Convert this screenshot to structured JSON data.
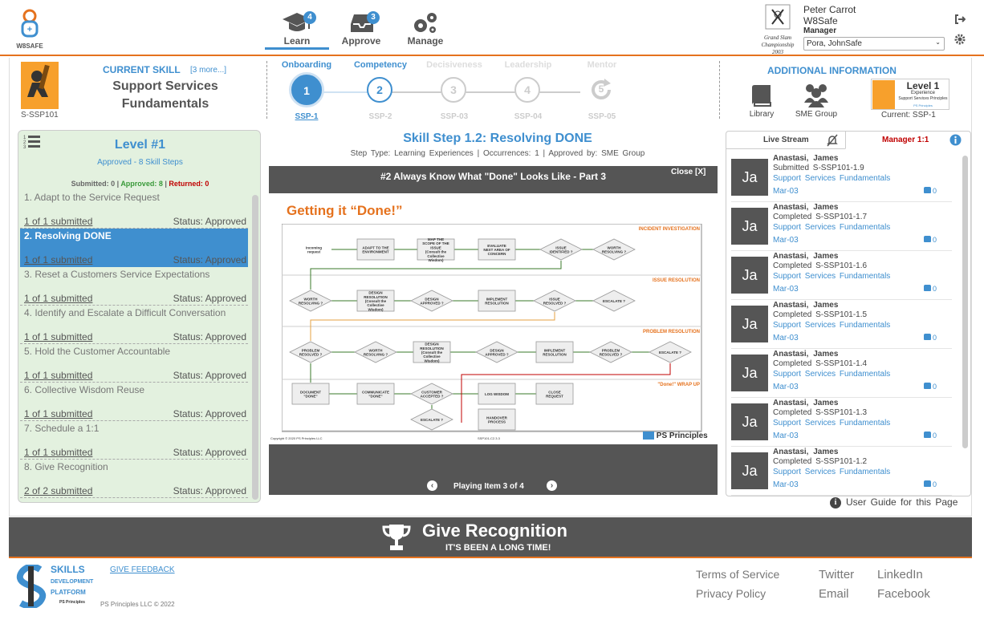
{
  "brand": {
    "logo_text": "W8SAFE"
  },
  "nav": [
    {
      "label": "Learn",
      "badge": "4"
    },
    {
      "label": "Approve",
      "badge": "3"
    },
    {
      "label": "Manage"
    }
  ],
  "user": {
    "name": "Peter Carrot",
    "org": "W8Safe",
    "role": "Manager",
    "selected_user": "Pora, JohnSafe",
    "seal_text": "Grand Slam Championship 2003"
  },
  "skill": {
    "heading": "CURRENT SKILL",
    "more": "[3 more...]",
    "name_line1": "Support Services",
    "name_line2": "Fundamentals",
    "code": "S-SSP101"
  },
  "steps": [
    {
      "title": "Onboarding",
      "num": "1",
      "code": "SSP-1"
    },
    {
      "title": "Competency",
      "num": "2",
      "code": "SSP-2"
    },
    {
      "title": "Decisiveness",
      "num": "3",
      "code": "SSP-03"
    },
    {
      "title": "Leadership",
      "num": "4",
      "code": "SSP-04"
    },
    {
      "title": "Mentor",
      "num": "5",
      "code": "SSP-05"
    }
  ],
  "additional": {
    "heading": "ADDITIONAL INFORMATION",
    "library": "Library",
    "sme": "SME Group",
    "current": "Current: SSP-1",
    "card_title": "Level 1",
    "card_sub": "Experience",
    "card_desc": "Support Services Principles",
    "card_brand": "PS Principles"
  },
  "level": {
    "title": "Level #1",
    "subtitle": "Approved - 8 Skill Steps",
    "submitted_label": "Submitted:",
    "submitted": "0",
    "approved_label": "Approved:",
    "approved": "8",
    "returned_label": "Returned:",
    "returned": "0"
  },
  "skill_steps": [
    {
      "title": "1. Adapt to the Service Request",
      "submitted": "1 of 1 submitted",
      "status": "Status: Approved"
    },
    {
      "title": "2. Resolving DONE",
      "submitted": "1 of 1 submitted",
      "status": "Status: Approved",
      "active": true
    },
    {
      "title": "3. Reset a Customers Service Expectations",
      "submitted": "1 of 1 submitted",
      "status": "Status: Approved"
    },
    {
      "title": "4. Identify and Escalate a Difficult Conversation",
      "submitted": "1 of 1 submitted",
      "status": "Status: Approved"
    },
    {
      "title": "5. Hold the Customer Accountable",
      "submitted": "1 of 1 submitted",
      "status": "Status: Approved"
    },
    {
      "title": "6. Collective Wisdom Reuse",
      "submitted": "1 of 1 submitted",
      "status": "Status: Approved"
    },
    {
      "title": "7. Schedule a 1:1",
      "submitted": "1 of 1 submitted",
      "status": "Status: Approved"
    },
    {
      "title": "8. Give Recognition",
      "submitted": "2 of 2 submitted",
      "status": "Status: Approved"
    }
  ],
  "content": {
    "title": "Skill Step 1.2: Resolving DONE",
    "meta": "Step Type: Learning Experiences | Occurrences: 1 | Approved by: SME Group",
    "video_title": "#2 Always Know What \"Done\" Looks Like - Part 3",
    "close": "Close [X]",
    "slide_heading": "Getting it “Done!”",
    "slide_copyright": "Copyright © 2020 PS Principles LLC",
    "slide_code": "SSP101-C2.3.3",
    "slide_brand": "PS Principles",
    "playing": "Playing Item 3 of 4"
  },
  "flowchart": {
    "lanes": [
      "INCIDENT INVESTIGATION",
      "ISSUE RESOLUTION",
      "PROBLEM RESOLUTION",
      "\"Done!\" WRAP UP"
    ],
    "boxes": [
      "Incoming request",
      "ADAPT TO THE ENVIRONMENT",
      "MAP THE SCOPE OF THE ISSUE (Consult the Collective Wisdom)",
      "EVALUATE NEXT AREA OF CONCERN",
      "ISSUE IDENTIFIED ?",
      "WORTH RESOLVING ?",
      "WORTH RESOLVING ?",
      "DESIGN RESOLUTION (Consult the Collective Wisdom)",
      "DESIGN APPROVED ?",
      "IMPLEMENT RESOLUTION",
      "ISSUE RESOLVED ?",
      "ESCALATE ?",
      "PROBLEM RESOLVED ?",
      "WORTH RESOLVING ?",
      "DESIGN RESOLUTION (Consult the Collective Wisdom)",
      "DESIGN APPROVED ?",
      "IMPLEMENT RESOLUTION",
      "PROBLEM RESOLVED ?",
      "ESCALATE ?",
      "DOCUMENT \"DONE\"",
      "COMMUNICATE \"DONE\"",
      "CUSTOMER ACCEPTED ?",
      "LOG WISDOM",
      "CLOSE REQUEST",
      "ESCALATE ?",
      "HANDOVER PROCESS"
    ]
  },
  "stream": {
    "tab_live": "Live Stream",
    "tab_manager": "Manager 1:1",
    "items": [
      {
        "initials": "Ja",
        "name": "Anastasi, James",
        "action": "Submitted S-SSP101-1.9",
        "skill": "Support Services Fundamentals",
        "date": "Mar-03",
        "likes": "0"
      },
      {
        "initials": "Ja",
        "name": "Anastasi, James",
        "action": "Completed S-SSP101-1.7",
        "skill": "Support Services Fundamentals",
        "date": "Mar-03",
        "likes": "0"
      },
      {
        "initials": "Ja",
        "name": "Anastasi, James",
        "action": "Completed S-SSP101-1.6",
        "skill": "Support Services Fundamentals",
        "date": "Mar-03",
        "likes": "0"
      },
      {
        "initials": "Ja",
        "name": "Anastasi, James",
        "action": "Completed S-SSP101-1.5",
        "skill": "Support Services Fundamentals",
        "date": "Mar-03",
        "likes": "0"
      },
      {
        "initials": "Ja",
        "name": "Anastasi, James",
        "action": "Completed S-SSP101-1.4",
        "skill": "Support Services Fundamentals",
        "date": "Mar-03",
        "likes": "0"
      },
      {
        "initials": "Ja",
        "name": "Anastasi, James",
        "action": "Completed S-SSP101-1.3",
        "skill": "Support Services Fundamentals",
        "date": "Mar-03",
        "likes": "0"
      },
      {
        "initials": "Ja",
        "name": "Anastasi, James",
        "action": "Completed S-SSP101-1.2",
        "skill": "Support Services Fundamentals",
        "date": "Mar-03",
        "likes": "0"
      }
    ]
  },
  "guide": "User Guide for this Page",
  "recognition": {
    "title": "Give Recognition",
    "subtitle": "IT'S BEEN A LONG TIME!"
  },
  "footer": {
    "logo_line1": "SKILLS",
    "logo_line2": "DEVELOPMENT",
    "logo_line3": "PLATFORM",
    "logo_brand": "PS Principles",
    "feedback": "GIVE FEEDBACK",
    "copyright": "PS Principles LLC © 2022",
    "terms": "Terms of Service",
    "privacy": "Privacy Policy",
    "twitter": "Twitter",
    "email": "Email",
    "linkedin": "LinkedIn",
    "facebook": "Facebook"
  },
  "colors": {
    "accent": "#3f8fcf",
    "orange": "#e5721e",
    "green": "#3a9a3a",
    "red": "#c00000",
    "panel": "#e3f1df",
    "dark": "#555555"
  }
}
